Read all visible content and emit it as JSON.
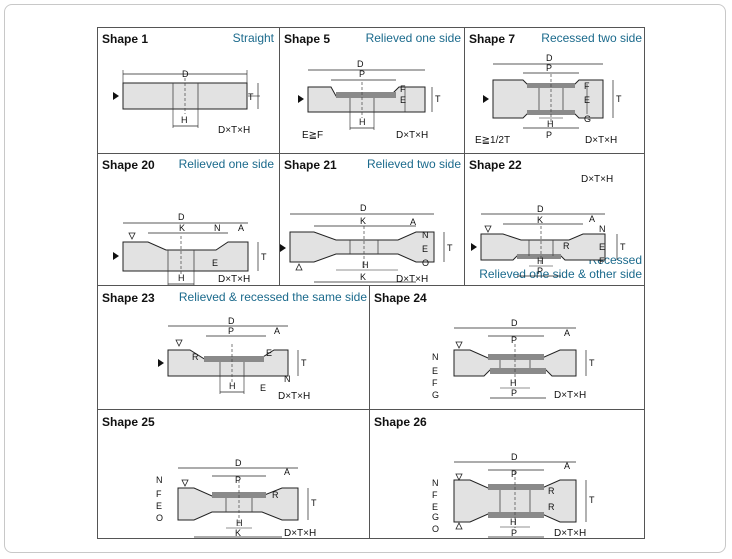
{
  "shapes": {
    "s1": {
      "title": "Shape 1",
      "desc": "Straight",
      "formula": "D×T×H"
    },
    "s5": {
      "title": "Shape 5",
      "desc": "Relieved one side",
      "formula": "D×T×H",
      "note": "E≧F"
    },
    "s7": {
      "title": "Shape 7",
      "desc": "Recessed two side",
      "formula": "D×T×H",
      "note": "E≧1/2T"
    },
    "s20": {
      "title": "Shape 20",
      "desc": "Relieved one side",
      "formula": "D×T×H"
    },
    "s21": {
      "title": "Shape 21",
      "desc": "Relieved two side",
      "formula": "D×T×H"
    },
    "s22": {
      "title": "Shape 22",
      "desc_line1": "Recessed",
      "desc_line2": "Relieved one side & other side",
      "formula": "D×T×H"
    },
    "s23": {
      "title": "Shape 23",
      "desc": "Relieved & recessed the same side",
      "formula": "D×T×H"
    },
    "s24": {
      "title": "Shape 24",
      "desc": "",
      "formula": "D×T×H"
    },
    "s25": {
      "title": "Shape 25",
      "desc": "",
      "formula": "D×T×H"
    },
    "s26": {
      "title": "Shape 26",
      "desc": "",
      "formula": "D×T×H"
    }
  },
  "dims": {
    "D": "D",
    "T": "T",
    "H": "H",
    "P": "P",
    "K": "K",
    "E": "E",
    "F": "F",
    "N": "N",
    "A": "A",
    "R": "R",
    "G": "G",
    "O": "O"
  },
  "colors": {
    "title": "#111111",
    "desc": "#1b6a8c",
    "wheel": "#e2e2e2",
    "wheel_dark": "#8a8a8a",
    "line": "#222222"
  }
}
